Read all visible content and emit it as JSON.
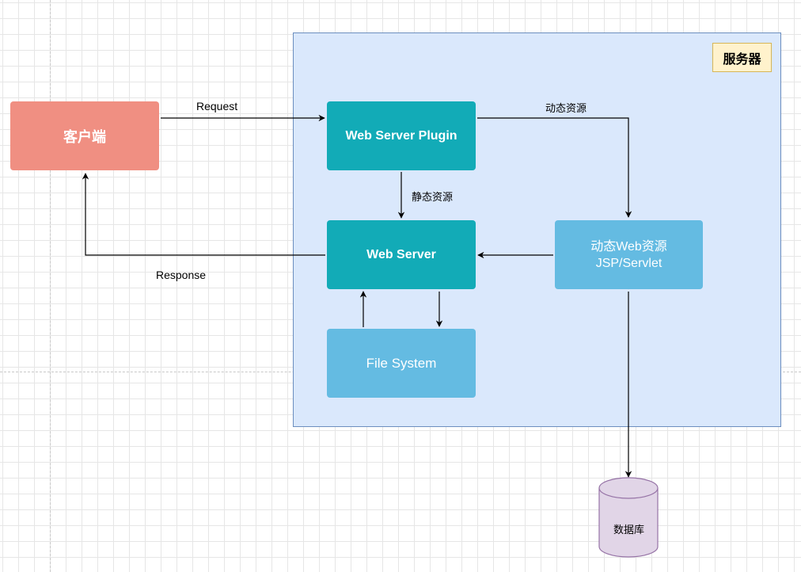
{
  "server_title": "服务器",
  "nodes": {
    "client": "客户端",
    "plugin": "Web Server Plugin",
    "web_server": "Web Server",
    "dynamic": {
      "line1": "动态Web资源",
      "line2": "JSP/Servlet"
    },
    "file_system": "File System",
    "database": "数据库"
  },
  "edges": {
    "request": "Request",
    "response": "Response",
    "dynamic_resource": "动态资源",
    "static_resource": "静态资源"
  },
  "colors": {
    "client": "#f08f82",
    "teal": "#12abb7",
    "light_blue": "#64bbe2",
    "container_fill": "#dae8fc",
    "container_border": "#6c8ebf",
    "label_fill": "#fff2cc",
    "label_border": "#d6b656",
    "db_fill": "#e1d5e7",
    "db_border": "#9673a6"
  }
}
